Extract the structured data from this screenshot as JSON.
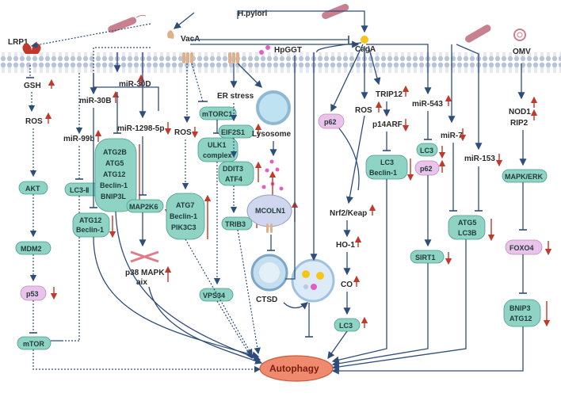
{
  "pathogens": {
    "hpylori": "H.pylori",
    "vaca": "VacA",
    "caga": "CagA",
    "hpggt": "HpGGT",
    "omv": "OMV"
  },
  "receptors": {
    "lrp1": "LRP1"
  },
  "left_path": {
    "gsh": "GSH",
    "ros": "ROS",
    "akt": "AKT",
    "mdm2": "MDM2",
    "p53": "p53",
    "mtor": "mTOR",
    "mir99b": "miR-99b",
    "lc3ii": "LC3-Ⅱ"
  },
  "mir_path": {
    "mir30b": "miR-30B",
    "mir30d": "miR-30D",
    "mir1298": "miR-1298-5p",
    "atg12_beclin": [
      "ATG12",
      "Beclin-1"
    ],
    "atg_group": [
      "ATG2B",
      "ATG5",
      "ATG12",
      "Beclin-1",
      "BNIP3L"
    ],
    "map2k6": "MAP2K6",
    "p38": [
      "p38 MAPK",
      "aix"
    ]
  },
  "vaca_path": {
    "ros": "ROS",
    "mtorc1": "mTORC1",
    "ulk1": [
      "ULK1",
      "complex"
    ],
    "vps34": "VPS34",
    "atg7_group": [
      "ATG7",
      "Beclin-1",
      "PIK3C3"
    ]
  },
  "er_path": {
    "er_stress": "ER stress",
    "eif2s1": "EIF2S1",
    "ddit3": [
      "DDIT3",
      "ATF4"
    ],
    "trib3": "TRIB3"
  },
  "lyso_path": {
    "lysosome": "Lysosome",
    "mcoln1": "MCOLN1",
    "ctsd": "CTSD"
  },
  "caga_path": {
    "p62": "p62",
    "ros": "ROS",
    "trip12": "TRIP12",
    "p14arf": "p14ARF",
    "lc3_beclin": [
      "LC3",
      "Beclin-1"
    ],
    "nrf2": "Nrf2/Keap",
    "ho1": "HO-1",
    "co": "CO",
    "lc3": "LC3"
  },
  "mir543_path": {
    "mir543": "miR-543",
    "lc3": "LC3",
    "p62": "p62",
    "sirt1": "SIRT1",
    "mir7": "miR-7",
    "mir153": "miR-153",
    "atg5_lc3b": [
      "ATG5",
      "LC3B"
    ]
  },
  "omv_path": {
    "nod1": "NOD1",
    "rip2": "RIP2",
    "mapk_erk": "MAPK/ERK",
    "foxo4": "FOXO4",
    "bnip3": [
      "BNIP3",
      "ATG12"
    ]
  },
  "outcome": {
    "autophagy": "Autophagy"
  },
  "colors": {
    "node": "#8fd3c4",
    "pink_node": "#e9c3e9",
    "arrow": "#2e4d7a",
    "up_down": "#c0392b",
    "autophagy": "#f08a6e"
  }
}
